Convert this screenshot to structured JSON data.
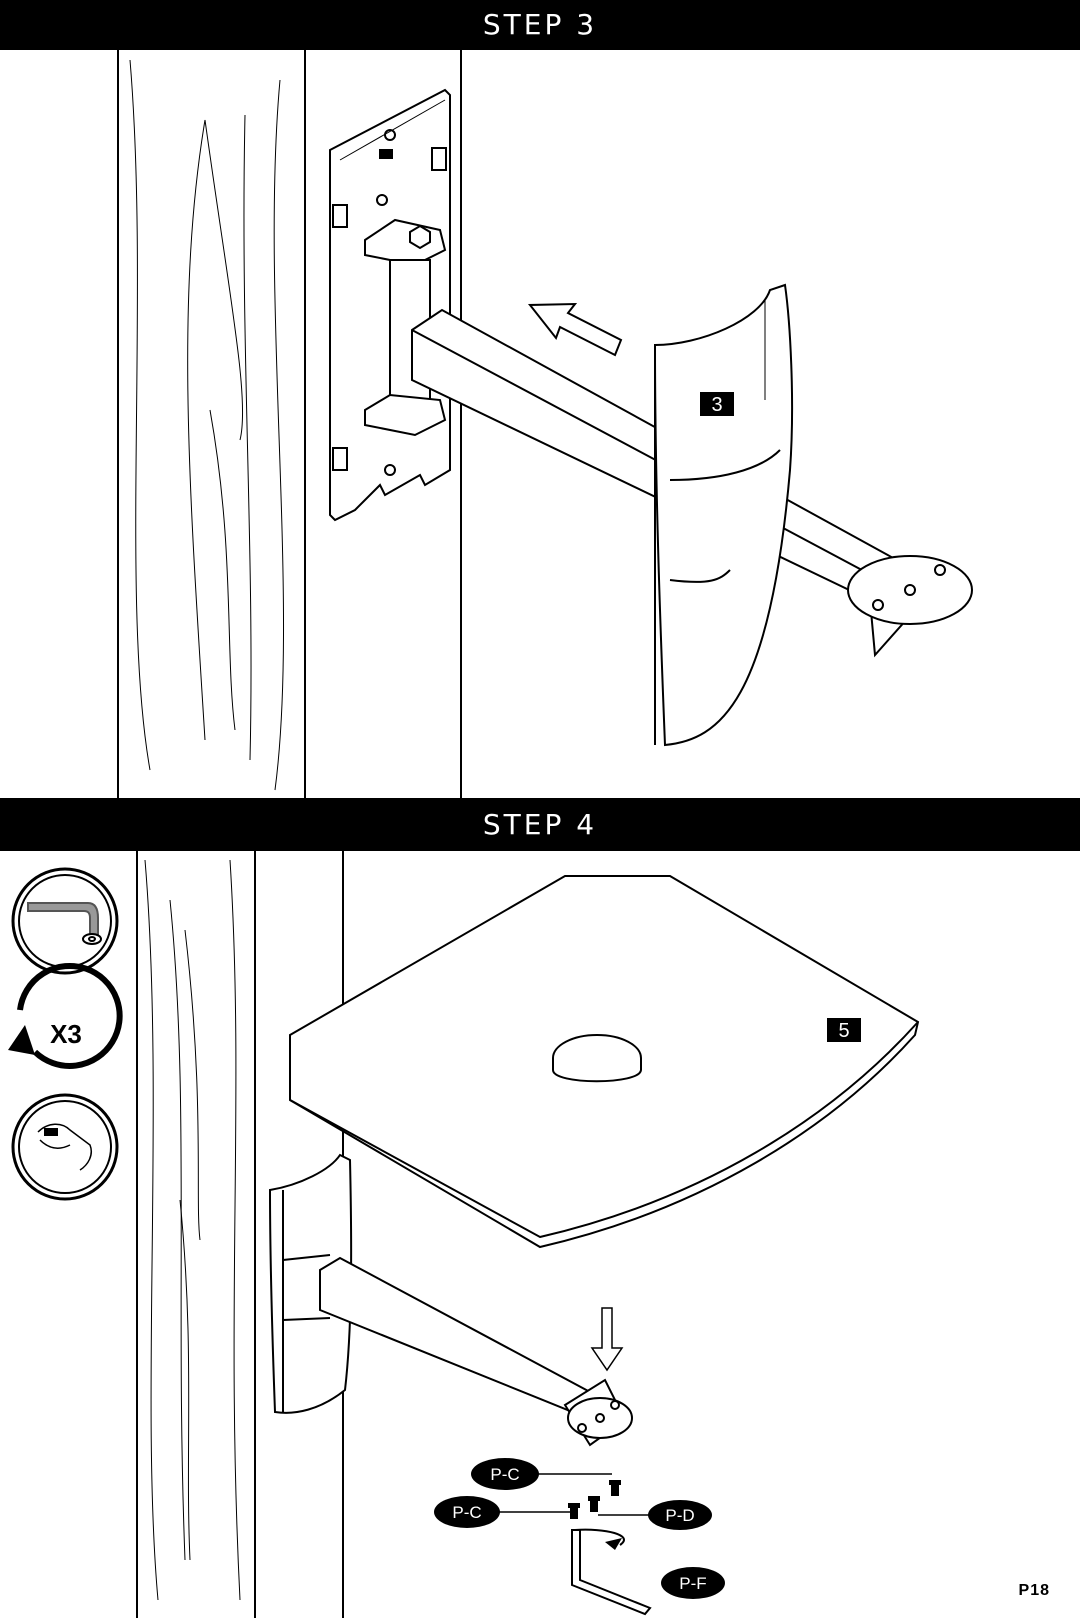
{
  "page": {
    "number": "P18"
  },
  "step3": {
    "title": "STEP 3",
    "part_label": "3"
  },
  "step4": {
    "title": "STEP 4",
    "part_label": "5",
    "tools": {
      "icons": [
        "hex-key-icon",
        "rotate-arrow-icon",
        "hand-tighten-icon"
      ],
      "repeat_label": "X3"
    },
    "hardware": [
      {
        "label": "P-C"
      },
      {
        "label": "P-C"
      },
      {
        "label": "P-D"
      },
      {
        "label": "P-F"
      }
    ]
  }
}
